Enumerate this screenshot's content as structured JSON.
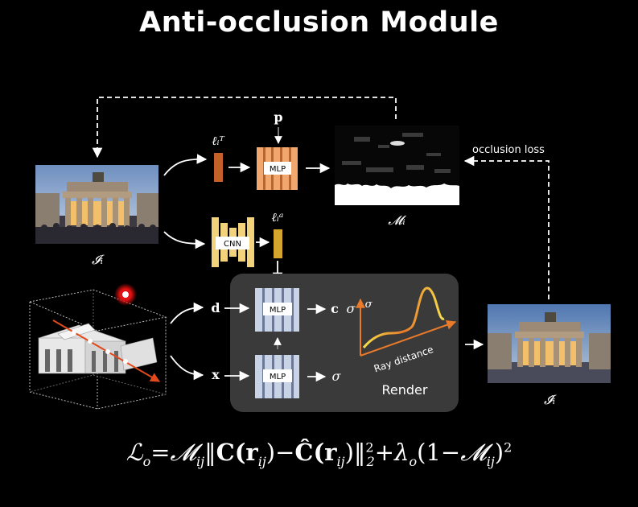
{
  "title": "Anti-occlusion Module",
  "labels": {
    "input_image": "𝓘ᵢ",
    "transient_embedding": "ℓᵢᵀ",
    "appearance_embedding": "ℓᵢᵃ",
    "pose": "p",
    "mlp_top": "MLP",
    "cnn": "CNN",
    "mask": "𝓜ᵢ",
    "occlusion_loss": "occlusion loss",
    "direction": "d",
    "position": "x",
    "mlp_color": "MLP",
    "mlp_density": "MLP",
    "color_out": "c",
    "sigma_out_1": "σ",
    "sigma_out_2": "σ",
    "plot_sigma": "σ",
    "ray_distance": "Ray distance",
    "render": "Render",
    "rendered_image": "𝓘̂ᵢ"
  },
  "equation": {
    "lhs": "ℒ",
    "lhs_sub": "o",
    "eq": "=",
    "m1": "𝓜",
    "m1_sub": "ij",
    "norm_open": "‖",
    "c1": "C",
    "c1_arg": "(r",
    "c1_sub": "ij",
    "c1_close": ")",
    "minus": "−",
    "c2": "Ĉ",
    "c2_arg": "(r",
    "c2_sub": "ij",
    "c2_close": ")",
    "norm_close": "‖",
    "norm_sub": "2",
    "norm_sup": "2",
    "plus": "+",
    "lambda": "λ",
    "lambda_sub": "o",
    "paren": "(1−",
    "m2": "𝓜",
    "m2_sub": "ij",
    "paren_close": ")",
    "sq": "2"
  },
  "colors": {
    "background": "#000000",
    "transient_bar": "#c4612a",
    "mlp_orange": "#f2a76f",
    "cnn_yellow": "#f2d27a",
    "appearance_bar": "#d4a72c",
    "mlp_blue": "#c9d3e6",
    "render_panel": "#3a3a3a",
    "ray_red": "#e04a1c",
    "curve_start": "#f7e04a",
    "curve_end": "#e84a1c"
  }
}
